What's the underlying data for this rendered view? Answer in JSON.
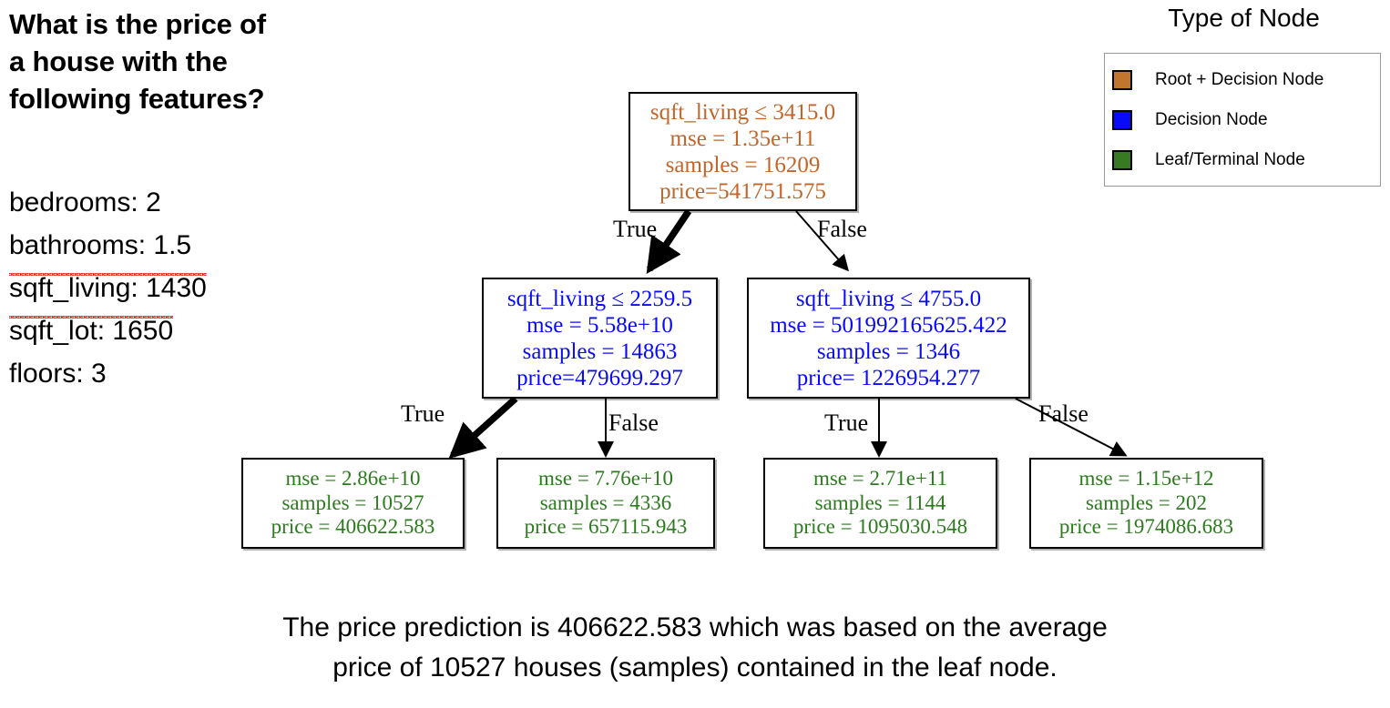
{
  "question": {
    "title": "What is the price of a house with the following features?",
    "title_lines": [
      "What is the price of",
      "a house with the",
      "following features?"
    ],
    "features": [
      {
        "label": "bedrooms: 2",
        "misspelled": false
      },
      {
        "label": "bathrooms: 1.5",
        "misspelled": false
      },
      {
        "label": "sqft_living: 1430",
        "misspelled": true
      },
      {
        "label": "sqft_lot: 1650",
        "misspelled": true
      },
      {
        "label": "floors: 3",
        "misspelled": false
      }
    ]
  },
  "legend": {
    "title": "Type of Node",
    "items": [
      {
        "label": "Root + Decision Node",
        "color": "#c1762f"
      },
      {
        "label": "Decision Node",
        "color": "#0a0afa"
      },
      {
        "label": "Leaf/Terminal Node",
        "color": "#367b22"
      }
    ]
  },
  "chart_data": {
    "type": "tree",
    "title": "Decision tree regression for house price prediction",
    "colors": {
      "root": "#c1662b",
      "decision": "#0a0afa",
      "leaf": "#2c7a1e",
      "edge": "#000000"
    },
    "nodes": [
      {
        "id": "root",
        "kind": "root",
        "lines": [
          "sqft_living ≤ 3415.0",
          "mse = 1.35e+11",
          "samples = 16209",
          "price=541751.575"
        ],
        "condition": "sqft_living <= 3415.0",
        "mse": "1.35e+11",
        "samples": 16209,
        "price": 541751.575
      },
      {
        "id": "dec-left",
        "kind": "decision",
        "lines": [
          "sqft_living ≤ 2259.5",
          "mse = 5.58e+10",
          "samples = 14863",
          "price=479699.297"
        ],
        "condition": "sqft_living <= 2259.5",
        "mse": "5.58e+10",
        "samples": 14863,
        "price": 479699.297
      },
      {
        "id": "dec-right",
        "kind": "decision",
        "lines": [
          "sqft_living ≤ 4755.0",
          "mse = 501992165625.422",
          "samples = 1346",
          "price= 1226954.277"
        ],
        "condition": "sqft_living <= 4755.0",
        "mse": "501992165625.422",
        "samples": 1346,
        "price": 1226954.277
      },
      {
        "id": "leaf-1",
        "kind": "leaf",
        "lines": [
          "mse = 2.86e+10",
          "samples = 10527",
          "price = 406622.583"
        ],
        "mse": "2.86e+10",
        "samples": 10527,
        "price": 406622.583
      },
      {
        "id": "leaf-2",
        "kind": "leaf",
        "lines": [
          "mse = 7.76e+10",
          "samples = 4336",
          "price = 657115.943"
        ],
        "mse": "7.76e+10",
        "samples": 4336,
        "price": 657115.943
      },
      {
        "id": "leaf-3",
        "kind": "leaf",
        "lines": [
          "mse = 2.71e+11",
          "samples = 1144",
          "price = 1095030.548"
        ],
        "mse": "2.71e+11",
        "samples": 1144,
        "price": 1095030.548
      },
      {
        "id": "leaf-4",
        "kind": "leaf",
        "lines": [
          "mse = 1.15e+12",
          "samples = 202",
          "price = 1974086.683"
        ],
        "mse": "1.15e+12",
        "samples": 202,
        "price": 1974086.683
      }
    ],
    "edges": [
      {
        "from": "root",
        "to": "dec-left",
        "label": "True",
        "highlighted": true
      },
      {
        "from": "root",
        "to": "dec-right",
        "label": "False",
        "highlighted": false
      },
      {
        "from": "dec-left",
        "to": "leaf-1",
        "label": "True",
        "highlighted": true
      },
      {
        "from": "dec-left",
        "to": "leaf-2",
        "label": "False",
        "highlighted": false
      },
      {
        "from": "dec-right",
        "to": "leaf-3",
        "label": "True",
        "highlighted": false
      },
      {
        "from": "dec-right",
        "to": "leaf-4",
        "label": "False",
        "highlighted": false
      }
    ],
    "edge_labels": [
      "True",
      "False",
      "True",
      "False",
      "True",
      "False"
    ]
  },
  "caption": {
    "line1": "The price prediction is 406622.583 which was based on the average",
    "line2": "price of 10527 houses (samples) contained in the leaf node."
  }
}
